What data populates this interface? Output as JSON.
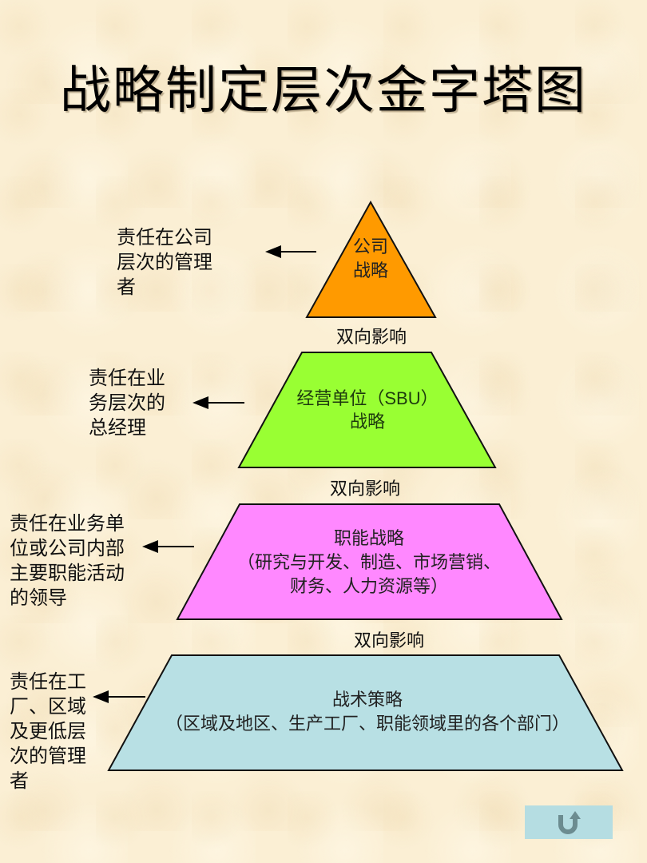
{
  "title": "战略制定层次金字塔图",
  "levels": [
    {
      "shape_text": [
        "公司",
        "战略"
      ],
      "responsibility": [
        "责任在公司",
        "层次的管理",
        "者"
      ],
      "color": "#ff9a00"
    },
    {
      "shape_text": [
        "经营单位（SBU）",
        "战略"
      ],
      "responsibility": [
        "责任在业",
        "务层次的",
        "总经理"
      ],
      "color": "#99ff33"
    },
    {
      "shape_text": [
        "职能战略",
        "（研究与开发、制造、市场营销、",
        "财务、人力资源等）"
      ],
      "responsibility": [
        "责任在业务单",
        "位或公司内部",
        "主要职能活动",
        "的领导"
      ],
      "color": "#ff88ff"
    },
    {
      "shape_text": [
        "战术策略",
        "（区域及地区、生产工厂、职能领域里的各个部门）"
      ],
      "responsibility": [
        "责任在工",
        "厂、区域",
        "及更低层",
        "次的管理",
        "者"
      ],
      "color": "#b8e0e4"
    }
  ],
  "influence_labels": [
    "双向影响",
    "双向影响",
    "双向影响"
  ],
  "return_button": {
    "icon": "u-turn-arrow-icon",
    "color": "#b5dde2",
    "icon_color": "#6c8c90"
  },
  "background_color": "#fbefd4"
}
